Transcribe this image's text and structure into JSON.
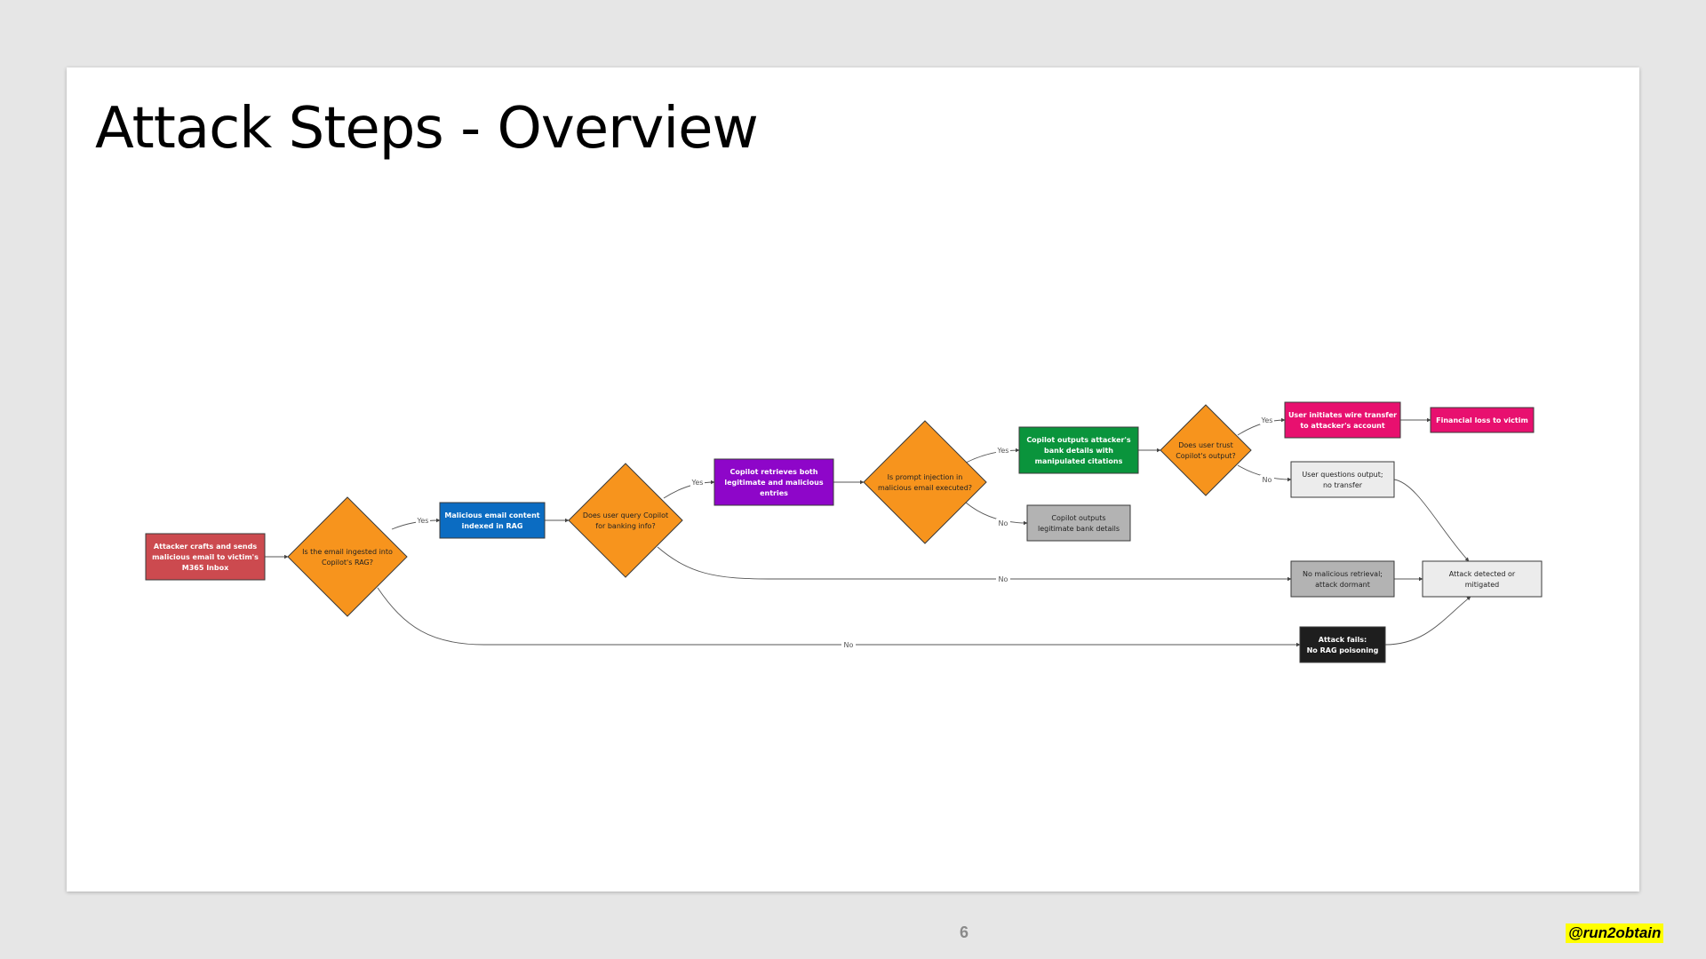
{
  "slide": {
    "title": "Attack Steps - Overview",
    "page_number": "6",
    "handle": "@run2obtain"
  },
  "diagram": {
    "nodes": [
      {
        "id": "attacker-crafts",
        "shape": "rect",
        "fill": "#cc4a4f",
        "text_color": "#ffffff",
        "lines": [
          "Attacker crafts and sends",
          "malicious email to victim's",
          "M365 Inbox"
        ]
      },
      {
        "id": "ingested-decision",
        "shape": "diamond",
        "fill": "#f7941d",
        "text_color": "#222222",
        "lines": [
          "Is the email ingested into",
          "Copilot's RAG?"
        ]
      },
      {
        "id": "indexed-in-rag",
        "shape": "rect",
        "fill": "#0b6cc2",
        "text_color": "#ffffff",
        "lines": [
          "Malicious email content",
          "indexed in RAG"
        ]
      },
      {
        "id": "query-decision",
        "shape": "diamond",
        "fill": "#f7941d",
        "text_color": "#222222",
        "lines": [
          "Does user query Copilot",
          "for banking info?"
        ]
      },
      {
        "id": "retrieves-both",
        "shape": "rect",
        "fill": "#8e06c9",
        "text_color": "#ffffff",
        "lines": [
          "Copilot retrieves both",
          "legitimate and malicious",
          "entries"
        ]
      },
      {
        "id": "injection-decision",
        "shape": "diamond",
        "fill": "#f7941d",
        "text_color": "#222222",
        "lines": [
          "Is prompt injection in",
          "malicious email executed?"
        ]
      },
      {
        "id": "outputs-attacker",
        "shape": "rect",
        "fill": "#0a943c",
        "text_color": "#ffffff",
        "lines": [
          "Copilot outputs attacker's",
          "bank details with",
          "manipulated citations"
        ]
      },
      {
        "id": "outputs-legit",
        "shape": "rect",
        "fill": "#b3b3b3",
        "text_color": "#222222",
        "lines": [
          "Copilot outputs",
          "legitimate bank details"
        ]
      },
      {
        "id": "trust-decision",
        "shape": "diamond",
        "fill": "#f7941d",
        "text_color": "#222222",
        "lines": [
          "Does user trust",
          "Copilot's output?"
        ]
      },
      {
        "id": "wire-transfer",
        "shape": "rect",
        "fill": "#e8106f",
        "text_color": "#ffffff",
        "lines": [
          "User initiates wire transfer",
          "to attacker's account"
        ]
      },
      {
        "id": "financial-loss",
        "shape": "rect",
        "fill": "#e8106f",
        "text_color": "#ffffff",
        "lines": [
          "Financial loss to victim"
        ]
      },
      {
        "id": "user-questions",
        "shape": "rect",
        "fill": "#ececec",
        "text_color": "#222222",
        "lines": [
          "User questions output;",
          "no transfer"
        ]
      },
      {
        "id": "no-malicious-retrieval",
        "shape": "rect",
        "fill": "#b3b3b3",
        "text_color": "#222222",
        "lines": [
          "No malicious retrieval;",
          "attack dormant"
        ]
      },
      {
        "id": "attack-detected",
        "shape": "rect",
        "fill": "#ececec",
        "text_color": "#222222",
        "lines": [
          "Attack detected or",
          "mitigated"
        ]
      },
      {
        "id": "attack-fails",
        "shape": "rect",
        "fill": "#1e1e1e",
        "text_color": "#ffffff",
        "lines": [
          "Attack fails:",
          "No RAG poisoning"
        ]
      }
    ],
    "edges": [
      {
        "from": "attacker-crafts",
        "to": "ingested-decision",
        "label": ""
      },
      {
        "from": "ingested-decision",
        "to": "indexed-in-rag",
        "label": "Yes"
      },
      {
        "from": "ingested-decision",
        "to": "attack-fails",
        "label": "No"
      },
      {
        "from": "indexed-in-rag",
        "to": "query-decision",
        "label": ""
      },
      {
        "from": "query-decision",
        "to": "retrieves-both",
        "label": "Yes"
      },
      {
        "from": "query-decision",
        "to": "no-malicious-retrieval",
        "label": "No"
      },
      {
        "from": "retrieves-both",
        "to": "injection-decision",
        "label": ""
      },
      {
        "from": "injection-decision",
        "to": "outputs-attacker",
        "label": "Yes"
      },
      {
        "from": "injection-decision",
        "to": "outputs-legit",
        "label": "No"
      },
      {
        "from": "outputs-attacker",
        "to": "trust-decision",
        "label": ""
      },
      {
        "from": "trust-decision",
        "to": "wire-transfer",
        "label": "Yes"
      },
      {
        "from": "trust-decision",
        "to": "user-questions",
        "label": "No"
      },
      {
        "from": "wire-transfer",
        "to": "financial-loss",
        "label": ""
      },
      {
        "from": "user-questions",
        "to": "attack-detected",
        "label": ""
      },
      {
        "from": "no-malicious-retrieval",
        "to": "attack-detected",
        "label": ""
      },
      {
        "from": "attack-fails",
        "to": "attack-detected",
        "label": ""
      }
    ]
  }
}
